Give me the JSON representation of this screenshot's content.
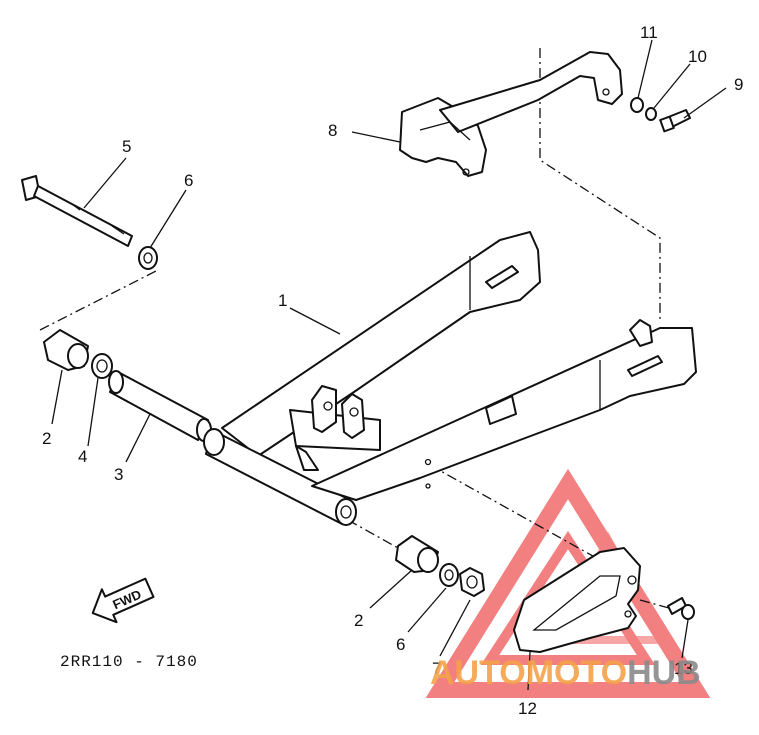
{
  "diagram": {
    "part_labels": {
      "p1": "1",
      "p2a": "2",
      "p2b": "2",
      "p3": "3",
      "p4": "4",
      "p5": "5",
      "p6a": "6",
      "p6b": "6",
      "p7": "7",
      "p8": "8",
      "p9": "9",
      "p10": "10",
      "p11": "11",
      "p12": "12",
      "p13": "13"
    },
    "fwd_label": "FWD",
    "diagram_code": "2RR110 - 7180"
  },
  "watermark": {
    "word_a": "AUTOMOTO",
    "word_b": "HUB",
    "color_red": "#f26b6b",
    "color_orange": "#f5a34a",
    "color_gray": "#8a8a8a"
  }
}
